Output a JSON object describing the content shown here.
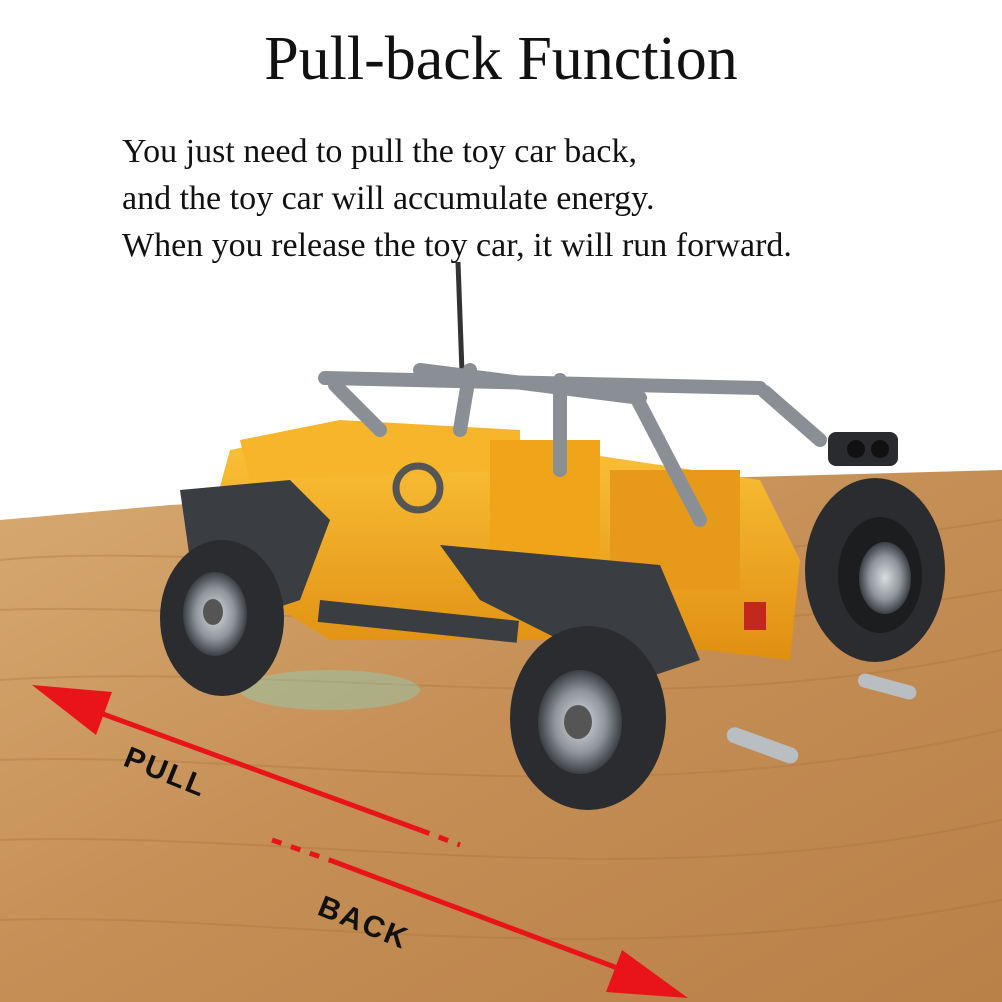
{
  "title": "Pull-back Function",
  "description": [
    "You just need to pull the toy car back,",
    "and the toy car will accumulate energy.",
    "When you release the toy car, it will run forward."
  ],
  "labels": {
    "pull": "PULL",
    "back": "BACK"
  },
  "colors": {
    "arrow": "#e8141a",
    "wood": "#c8955a",
    "body": "#f2a81c",
    "frame": "#3a3d42",
    "tire": "#2b2c2f"
  }
}
